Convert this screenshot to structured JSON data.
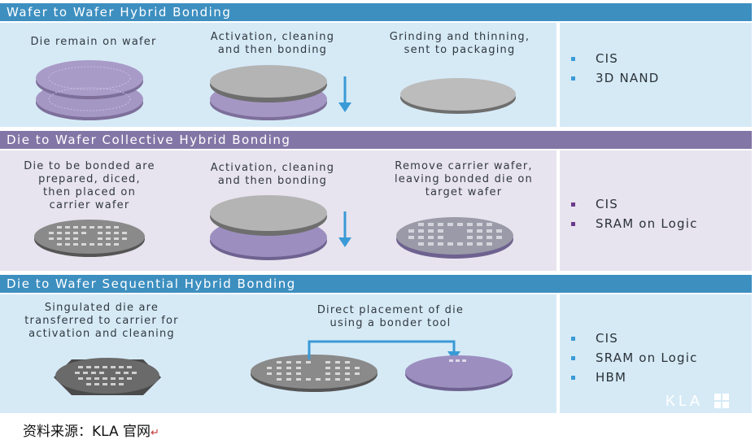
{
  "colors": {
    "blue_band": "#3d8fc0",
    "purple_band": "#8276a6",
    "blue_panel": "#d6eaf6",
    "purple_panel": "#e8e4ef",
    "blue_bullet": "#3a9bd6",
    "purple_bullet": "#6a3a8c",
    "arrow": "#3a9ad6"
  },
  "section1": {
    "title": "Wafer to Wafer Hybrid Bonding",
    "steps": [
      "Die remain on wafer",
      "Activation, cleaning\nand then bonding",
      "Grinding and thinning,\nsent to packaging"
    ],
    "apps": [
      "CIS",
      "3D NAND"
    ]
  },
  "section2": {
    "title": "Die to Wafer Collective Hybrid Bonding",
    "steps": [
      "Die to be bonded are\nprepared, diced,\nthen placed on\ncarrier wafer",
      "Activation, cleaning\nand then bonding",
      "Remove carrier wafer,\nleaving bonded die on\ntarget wafer"
    ],
    "apps": [
      "CIS",
      "SRAM on Logic"
    ]
  },
  "section3": {
    "title": "Die to Wafer Sequential Hybrid Bonding",
    "steps": [
      "Singulated die are\ntransferred to carrier for\nactivation and cleaning",
      "Direct placement of die\nusing a bonder tool"
    ],
    "apps": [
      "CIS",
      "SRAM on Logic",
      "HBM"
    ]
  },
  "logo_text": "KLA",
  "source_text": "资料来源：KLA 官网",
  "return_mark": "↵"
}
